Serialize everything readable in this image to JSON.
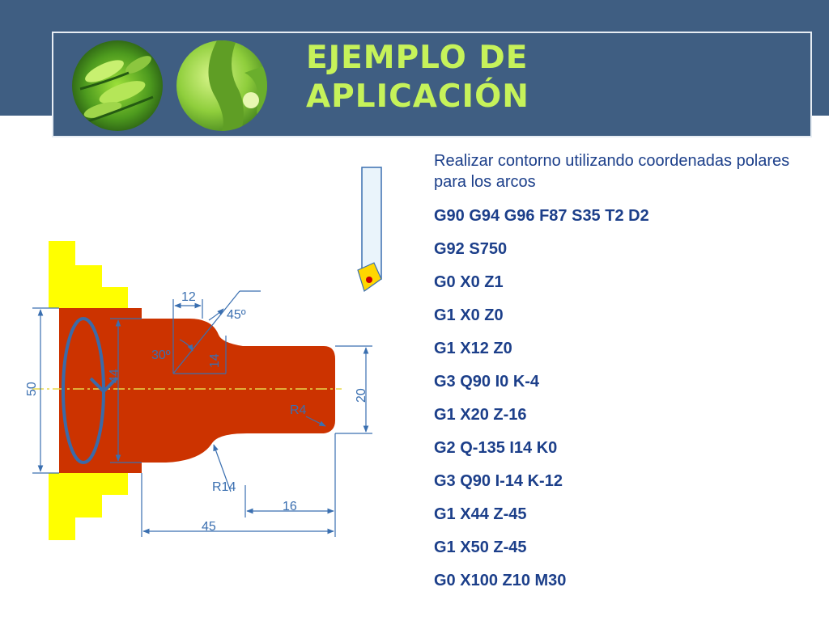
{
  "header": {
    "title_line1": "EJEMPLO DE",
    "title_line2": "APLICACIÓN",
    "title_color": "#c6f25a",
    "band_color": "#3f5e82"
  },
  "instructions": "Realizar contorno utilizando coordenadas polares para los arcos",
  "program": [
    "G90 G94 G96 F87 S35 T2 D2",
    "G92 S750",
    "G0 X0 Z1",
    "G1 X0 Z0",
    "G1 X12 Z0",
    "G3 Q90 I0 K-4",
    "G1 X20 Z-16",
    "G2 Q-135 I14 K0",
    "G3 Q90 I-14 K-12",
    "G1 X44 Z-45",
    "G1 X50 Z-45",
    "G0 X100 Z10 M30"
  ],
  "drawing": {
    "colors": {
      "part": "#cc3300",
      "chuck": "#ffff00",
      "dimension": "#3a6fb0",
      "axis": "#e8d84a"
    },
    "dimensions": {
      "d50": "50",
      "d44": "44",
      "d20": "20",
      "d12": "12",
      "d14": "14",
      "d16": "16",
      "d45": "45",
      "a45": "45º",
      "a30": "30º",
      "r4": "R4",
      "r14": "R14"
    }
  }
}
